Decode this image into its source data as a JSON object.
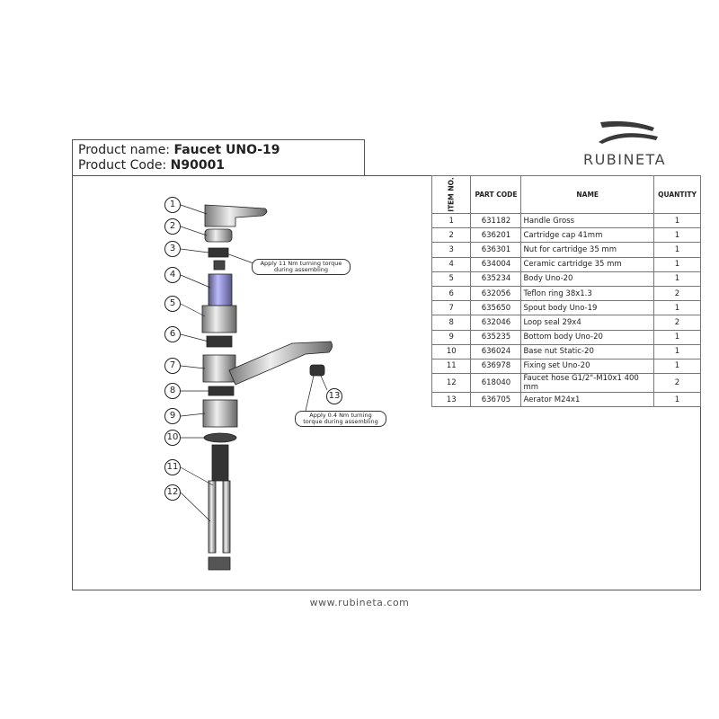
{
  "header": {
    "name_label": "Product name: ",
    "name_value": "Faucet UNO-19",
    "code_label": "Product Code: ",
    "code_value": "N90001"
  },
  "logo": {
    "text": "RUBINETA"
  },
  "table": {
    "headers": [
      "ITEM NO.",
      "PART CODE",
      "NAME",
      "QUANTITY"
    ],
    "rows": [
      [
        "1",
        "631182",
        "Handle Gross",
        "1"
      ],
      [
        "2",
        "636201",
        "Cartridge cap 41mm",
        "1"
      ],
      [
        "3",
        "636301",
        "Nut for cartridge 35 mm",
        "1"
      ],
      [
        "4",
        "634004",
        "Ceramic cartridge 35 mm",
        "1"
      ],
      [
        "5",
        "635234",
        "Body Uno-20",
        "1"
      ],
      [
        "6",
        "632056",
        "Teflon ring  38x1.3",
        "2"
      ],
      [
        "7",
        "635650",
        "Spout body  Uno-19",
        "1"
      ],
      [
        "8",
        "632046",
        "Loop seal 29x4",
        "2"
      ],
      [
        "9",
        "635235",
        "Bottom body Uno-20",
        "1"
      ],
      [
        "10",
        "636024",
        "Base nut  Static-20",
        "1"
      ],
      [
        "11",
        "636978",
        "Fixing set Uno-20",
        "1"
      ],
      [
        "12",
        "618040",
        "Faucet hose G1/2\"-M10x1 400 mm",
        "2"
      ],
      [
        "13",
        "636705",
        "Aerator  M24x1",
        "1"
      ]
    ]
  },
  "notes": {
    "n1": "Apply 11 Nm turning torque during assembling",
    "n2": "Apply 0.4 Nm turning torque during assembling"
  },
  "callouts": [
    "1",
    "2",
    "3",
    "4",
    "5",
    "6",
    "7",
    "8",
    "9",
    "10",
    "11",
    "12",
    "13"
  ],
  "footer": {
    "url": "www.rubineta.com"
  }
}
